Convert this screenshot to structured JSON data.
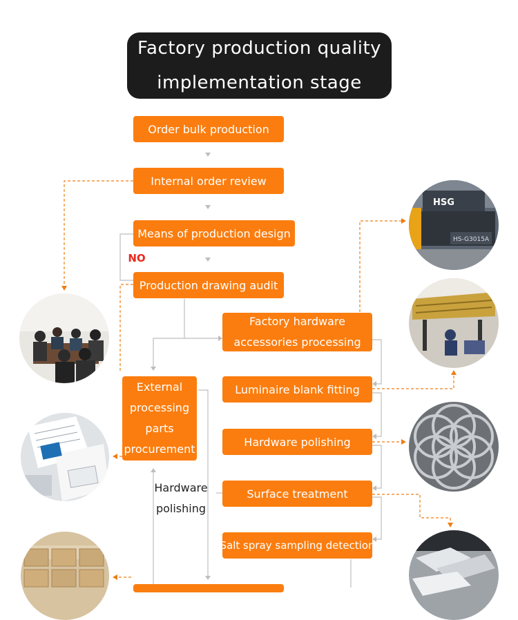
{
  "title": {
    "line1": "Factory production quality",
    "line2": "implementation stage"
  },
  "nodes": {
    "order_bulk_production": "Order bulk production",
    "internal_order_review": "Internal order review",
    "means_of_production_design": "Means of production design",
    "production_drawing_audit": "Production drawing audit",
    "factory_hardware_line1": "Factory hardware",
    "factory_hardware_line2": "accessories processing",
    "luminaire_blank_fitting": "Luminaire blank fitting",
    "hardware_polishing": "Hardware polishing",
    "surface_treatment": "Surface treatment",
    "salt_spray_sampling_detection": "Salt spray sampling detection",
    "external_line1": "External",
    "external_line2": "processing",
    "external_line3": "parts",
    "external_line4": "procurement"
  },
  "labels": {
    "no": "NO",
    "side_label_line1": "Hardware",
    "side_label_line2": "polishing"
  },
  "photos": {
    "laser_machine_brand": "HSG",
    "laser_machine_model": "HS-G3015A"
  },
  "colors": {
    "node_orange": "#fb7d0f",
    "title_black": "#1c1c1c",
    "connector_gray": "#bdbdbd",
    "dashed_orange": "#f07c12",
    "no_red": "#e8291c"
  }
}
